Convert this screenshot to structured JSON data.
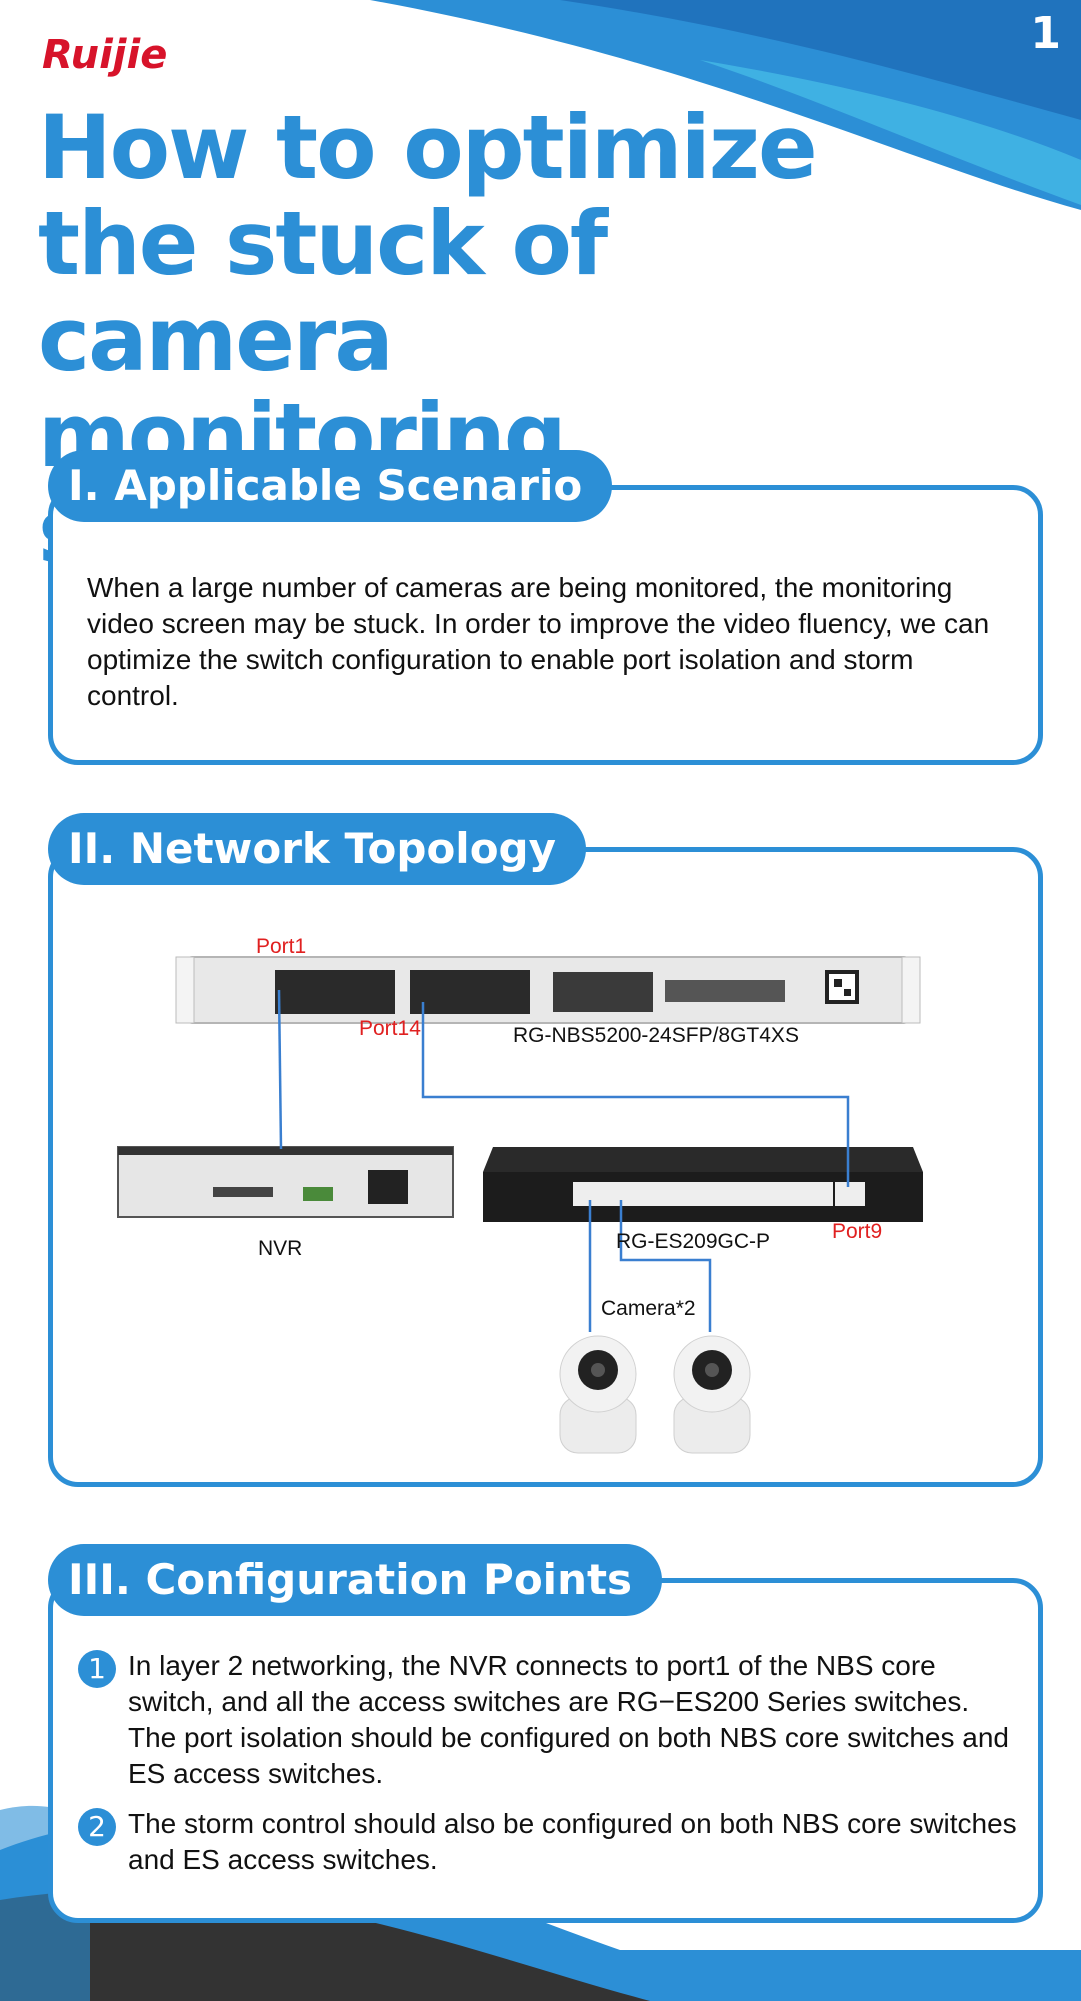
{
  "brand": {
    "logo_text": "Ruijie",
    "accent_color": "#2c8fd6"
  },
  "page_number": "1",
  "title": "How to optimize the stuck of camera monitoring screen?",
  "sections": {
    "scenario": {
      "heading": "I.  Applicable Scenario",
      "text": "When a large number of cameras are being monitored, the monitoring video screen may be stuck. In order to improve the video fluency, we can optimize the switch configuration to enable port isolation and storm control."
    },
    "topology": {
      "heading": "II. Network Topology",
      "labels": {
        "port1": "Port1",
        "port14": "Port14",
        "core_switch": "RG-NBS5200-24SFP/8GT4XS",
        "nvr": "NVR",
        "access_switch": "RG-ES209GC-P",
        "port9": "Port9",
        "cameras": "Camera*2"
      }
    },
    "config": {
      "heading": "III. Configuration Points",
      "points": [
        {
          "num": "1",
          "text": "In layer 2 networking, the NVR connects to port1 of the NBS core switch, and all the access switches are RG−ES200 Series switches. The port isolation should be configured on both NBS core switches and ES access switches."
        },
        {
          "num": "2",
          "text": "The storm control should also be configured on both NBS core switches and ES access switches."
        }
      ]
    }
  }
}
